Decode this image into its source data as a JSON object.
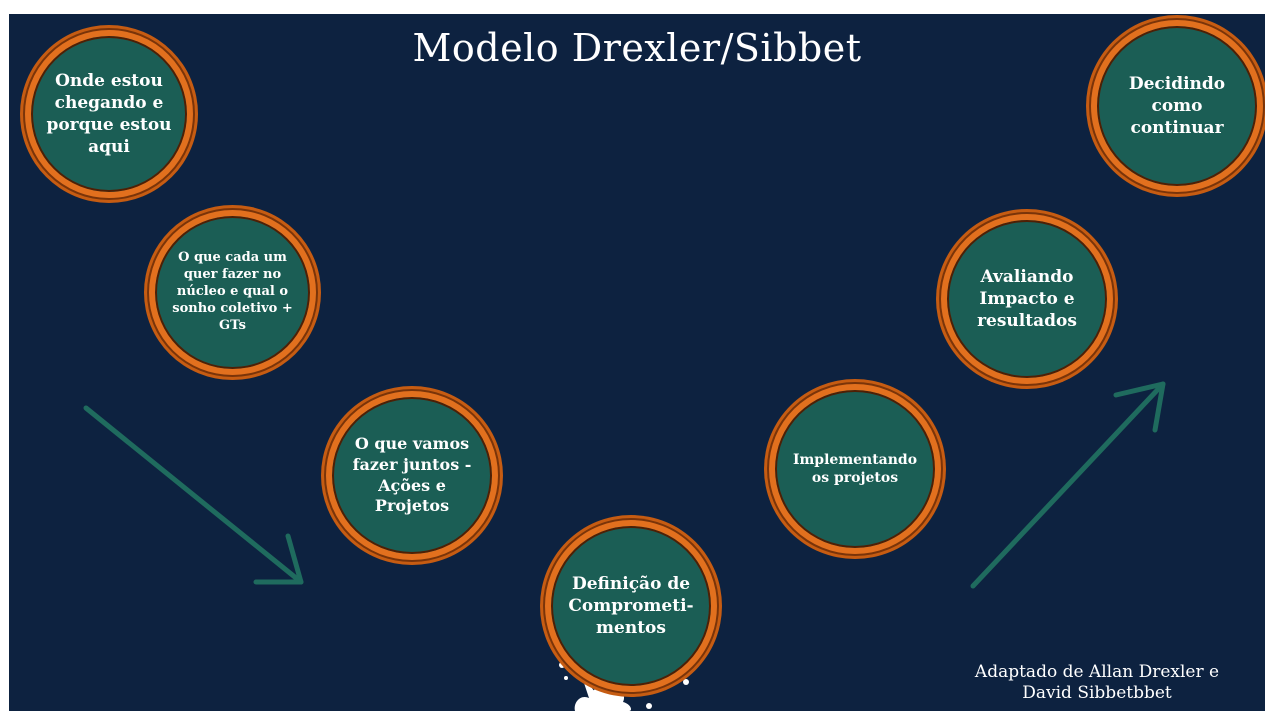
{
  "title": "Modelo Drexler/Sibbet",
  "stages": [
    {
      "label": "Onde estou\nchegando e\nporque estou\naqui"
    },
    {
      "label": "O que cada um\nquer fazer no\nnúcleo e qual o\nsonho coletivo +\nGTs"
    },
    {
      "label": "O que vamos\nfazer juntos -\nAções e\nProjetos"
    },
    {
      "label": "Definição de\nComprometi-\nmentos"
    },
    {
      "label": "Implementando\nos projetos"
    },
    {
      "label": "Avaliando\nImpacto e\nresultados"
    },
    {
      "label": "Decidindo\ncomo\ncontinuar"
    }
  ],
  "credit": {
    "line1": "Adaptado de Allan Drexler e",
    "line2": "David Sibbetbbet"
  },
  "colors": {
    "background": "#0d2240",
    "circle_fill": "#1b5e55",
    "circle_ring": "#e2701e",
    "arrow": "#1f6b5e",
    "text": "#ffffff"
  },
  "icons": [
    "arrow-down-right-icon",
    "arrow-up-right-icon",
    "splash-icon"
  ]
}
